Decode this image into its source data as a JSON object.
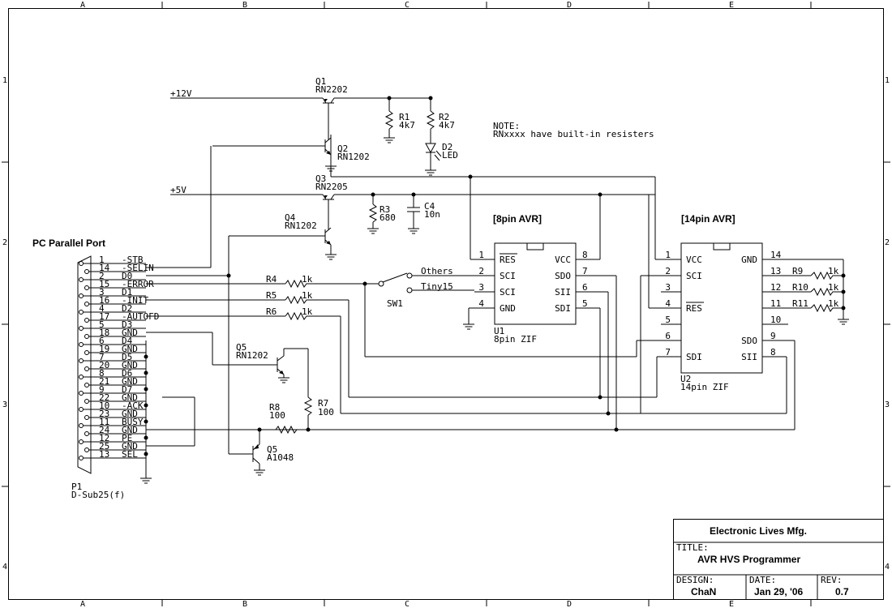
{
  "frame": {
    "cols": [
      "A",
      "B",
      "C",
      "D",
      "E"
    ],
    "rows": [
      "1",
      "2",
      "3",
      "4"
    ]
  },
  "notes": {
    "note_title": "NOTE:",
    "note_body": "RNxxxx have built-in resisters"
  },
  "rails": {
    "v12": "+12V",
    "v5": "+5V"
  },
  "connector": {
    "heading": "PC Parallel Port",
    "ref": "P1",
    "type": "D-Sub25(f)",
    "pins": [
      {
        "num": "1",
        "name": "-STB"
      },
      {
        "num": "14",
        "name": "-SELIN"
      },
      {
        "num": "2",
        "name": "D0"
      },
      {
        "num": "15",
        "name": "-ERROR"
      },
      {
        "num": "3",
        "name": "D1"
      },
      {
        "num": "16",
        "name": "-INIT"
      },
      {
        "num": "4",
        "name": "D2"
      },
      {
        "num": "17",
        "name": "-AUTOFD"
      },
      {
        "num": "5",
        "name": "D3"
      },
      {
        "num": "18",
        "name": "GND"
      },
      {
        "num": "6",
        "name": "D4"
      },
      {
        "num": "19",
        "name": "GND"
      },
      {
        "num": "7",
        "name": "D5"
      },
      {
        "num": "20",
        "name": "GND"
      },
      {
        "num": "8",
        "name": "D6"
      },
      {
        "num": "21",
        "name": "GND"
      },
      {
        "num": "9",
        "name": "D7"
      },
      {
        "num": "22",
        "name": "GND"
      },
      {
        "num": "10",
        "name": "-ACK"
      },
      {
        "num": "23",
        "name": "GND"
      },
      {
        "num": "11",
        "name": "BUSY"
      },
      {
        "num": "24",
        "name": "GND"
      },
      {
        "num": "12",
        "name": "PE"
      },
      {
        "num": "25",
        "name": "GND"
      },
      {
        "num": "13",
        "name": "SEL"
      }
    ]
  },
  "transistors": {
    "q1": {
      "ref": "Q1",
      "part": "RN2202"
    },
    "q2": {
      "ref": "Q2",
      "part": "RN1202"
    },
    "q3": {
      "ref": "Q3",
      "part": "RN2205"
    },
    "q4": {
      "ref": "Q4",
      "part": "RN1202"
    },
    "q5a": {
      "ref": "Q5",
      "part": "RN1202"
    },
    "q5b": {
      "ref": "Q5",
      "part": "A1048"
    }
  },
  "resistors": {
    "r1": {
      "ref": "R1",
      "value": "4k7"
    },
    "r2": {
      "ref": "R2",
      "value": "4k7"
    },
    "r3": {
      "ref": "R3",
      "value": "680"
    },
    "r4": {
      "ref": "R4",
      "value": "1k"
    },
    "r5": {
      "ref": "R5",
      "value": "1k"
    },
    "r6": {
      "ref": "R6",
      "value": "1k"
    },
    "r7": {
      "ref": "R7",
      "value": "100"
    },
    "r8": {
      "ref": "R8",
      "value": "100"
    },
    "r9": {
      "ref": "R9",
      "value": "1k"
    },
    "r10": {
      "ref": "R10",
      "value": "1k"
    },
    "r11": {
      "ref": "R11",
      "value": "1k"
    }
  },
  "capacitor": {
    "ref": "C4",
    "value": "10n"
  },
  "led": {
    "ref": "D2",
    "value": "LED"
  },
  "switch": {
    "ref": "SW1",
    "pos1": "Others",
    "pos2": "Tiny15"
  },
  "u1": {
    "heading": "[8pin AVR]",
    "ref": "U1",
    "desc": "8pin ZIF",
    "left": [
      {
        "num": "1",
        "name": "RES"
      },
      {
        "num": "2",
        "name": "SCI"
      },
      {
        "num": "3",
        "name": "SCI"
      },
      {
        "num": "4",
        "name": "GND"
      }
    ],
    "right": [
      {
        "num": "8",
        "name": "VCC"
      },
      {
        "num": "7",
        "name": "SDO"
      },
      {
        "num": "6",
        "name": "SII"
      },
      {
        "num": "5",
        "name": "SDI"
      }
    ]
  },
  "u2": {
    "heading": "[14pin AVR]",
    "ref": "U2",
    "desc": "14pin ZIF",
    "left": [
      {
        "num": "1",
        "name": "VCC"
      },
      {
        "num": "2",
        "name": "SCI"
      },
      {
        "num": "3",
        "name": ""
      },
      {
        "num": "4",
        "name": "RES"
      },
      {
        "num": "5",
        "name": ""
      },
      {
        "num": "6",
        "name": ""
      },
      {
        "num": "7",
        "name": "SDI"
      }
    ],
    "right": [
      {
        "num": "14",
        "name": "GND"
      },
      {
        "num": "13",
        "name": ""
      },
      {
        "num": "12",
        "name": ""
      },
      {
        "num": "11",
        "name": ""
      },
      {
        "num": "10",
        "name": ""
      },
      {
        "num": "9",
        "name": "SDO"
      },
      {
        "num": "8",
        "name": "SII"
      }
    ]
  },
  "title_block": {
    "company": "Electronic Lives Mfg.",
    "title_label": "TITLE:",
    "title": "AVR HVS Programmer",
    "design_label": "DESIGN:",
    "designer": "ChaN",
    "date_label": "DATE:",
    "date": "Jan 29, '06",
    "rev_label": "REV:",
    "rev": "0.7"
  }
}
